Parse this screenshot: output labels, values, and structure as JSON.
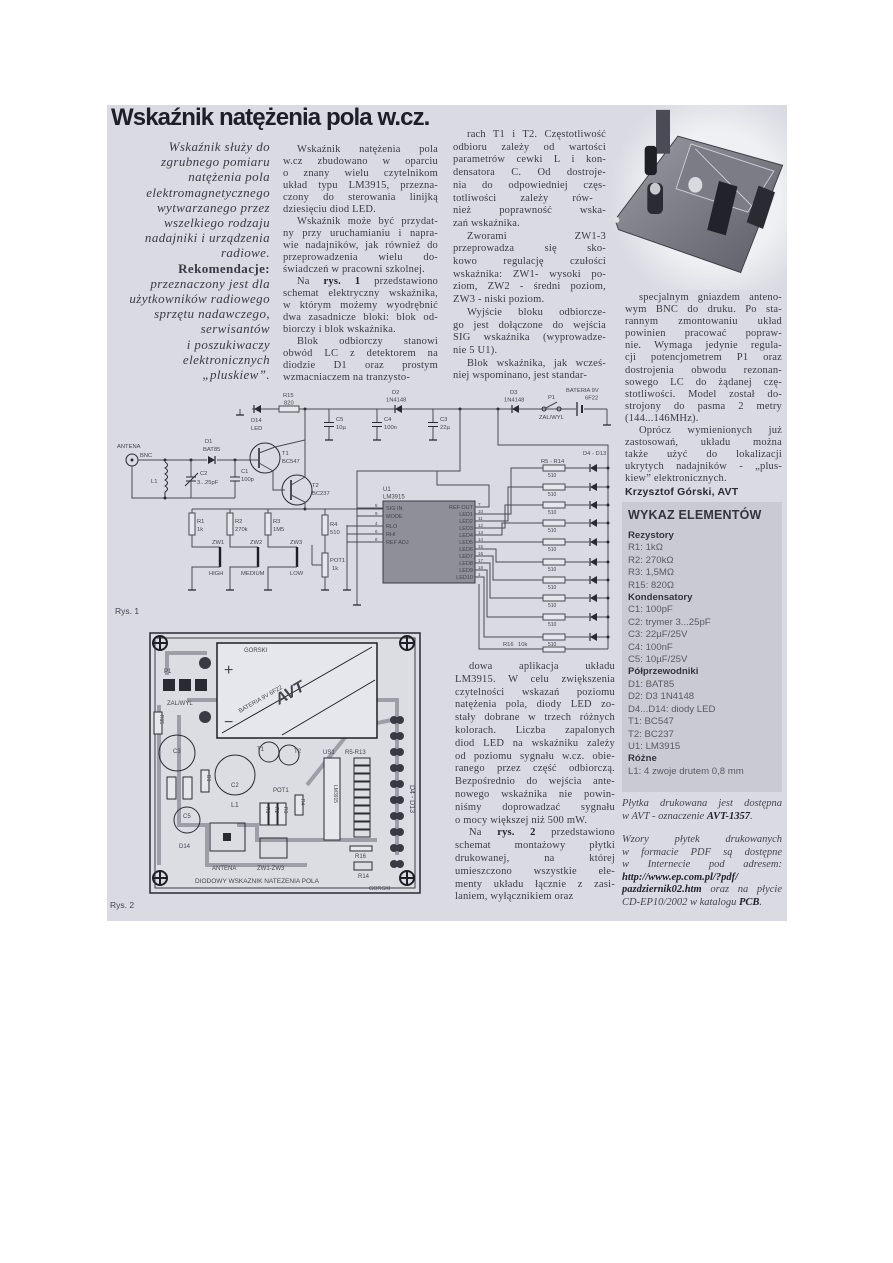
{
  "title": "Wskaźnik natężenia pola w.cz.",
  "lead": [
    "Wskaźnik służy do",
    "zgrubnego pomiaru",
    "natężenia pola",
    "elektromagnetycznego",
    "wytwarzanego przez",
    "wszelkiego rodzaju",
    "nadajniki i urządzenia",
    "radiowe.",
    "Rekomendacje:",
    "przeznaczony jest dla",
    "użytkowników radiowego",
    "sprzętu nadawczego,",
    "serwisantów",
    "i poszukiwaczy",
    "elektronicznych",
    "„pluskiew”."
  ],
  "column1": [
    [
      [
        "Wskaźnik natężenia pola"
      ],
      [
        "w.cz zbudowano w oparciu"
      ],
      [
        "o znany wielu czytelnikom"
      ],
      [
        "układ typu LM3915, przezna-"
      ],
      [
        "czony do sterowania linijką"
      ],
      [
        "dziesięciu diod LED."
      ]
    ],
    [
      [
        "Wskaźnik może być przydat-"
      ],
      [
        "ny przy uruchamianiu i napra-"
      ],
      [
        "wie nadajników, jak również do"
      ],
      [
        "przeprowadzenia wielu do-"
      ],
      [
        "świadczeń w pracowni szkolnej."
      ]
    ],
    [
      [
        "Na ",
        {
          "b": "rys. 1"
        },
        " przedstawiono"
      ],
      [
        "schemat elektryczny wskaźnika,"
      ],
      [
        "w którym możemy wyodrębnić"
      ],
      [
        "dwa zasadnicze bloki: blok od-"
      ],
      [
        "biorczy i blok wskaźnika."
      ]
    ],
    [
      [
        "Blok odbiorczy stanowi"
      ],
      [
        "obwód LC z detektorem na"
      ],
      [
        "diodzie D1 oraz prostym"
      ],
      [
        "wzmacniaczem na tranzysto-"
      ]
    ]
  ],
  "column2": [
    [
      [
        "rach T1 i T2. Częstotliwość"
      ],
      [
        "odbioru zależy od wartości"
      ],
      [
        "parametrów cewki L i kon-"
      ],
      [
        "densatora C. Od dostroje-"
      ],
      [
        "nia do odpowiedniej częs-"
      ],
      [
        "totliwości zależy rów-"
      ],
      [
        "nież poprawność wska-"
      ],
      [
        "zań wskaźnika."
      ]
    ],
    [
      [
        "Zworami ZW1-3"
      ],
      [
        "przeprowadza się sko-"
      ],
      [
        "kowo regulację czułości"
      ],
      [
        "wskaźnika: ZW1- wysoki po-"
      ],
      [
        "ziom, ZW2 - średni poziom,"
      ],
      [
        "ZW3 - niski poziom."
      ]
    ],
    [
      [
        "Wyjście bloku odbiorcze-"
      ],
      [
        "go jest dołączone do wejścia"
      ],
      [
        "SIG wskaźnika (wyprowadze-"
      ],
      [
        "nie 5 U1)."
      ]
    ],
    [
      [
        "Blok wskaźnika, jak wcześ-"
      ],
      [
        "niej wspominano, jest standar-"
      ]
    ]
  ],
  "column3": [
    [
      [
        "dowa aplikacja układu"
      ],
      [
        "LM3915. W celu zwiększenia"
      ],
      [
        "czytelności wskazań poziomu"
      ],
      [
        "natężenia pola, diody LED zo-"
      ],
      [
        "stały dobrane w trzech różnych"
      ],
      [
        "kolorach. Liczba zapalonych"
      ],
      [
        "diod LED na wskaźniku zależy"
      ],
      [
        "od poziomu sygnału w.cz. obie-"
      ],
      [
        "ranego przez część odbiorczą."
      ],
      [
        "Bezpośrednio do wejścia ante-"
      ],
      [
        "nowego wskaźnika nie powin-"
      ],
      [
        "niśmy doprowadzać sygnału"
      ],
      [
        "o mocy większej niż 500 mW."
      ]
    ],
    [
      [
        "Na ",
        {
          "b": "rys. 2"
        },
        " przedstawiono"
      ],
      [
        "schemat montażowy płytki"
      ],
      [
        "drukowanej, na której"
      ],
      [
        "umieszczono wszystkie ele-"
      ],
      [
        "menty układu łącznie z zasi-"
      ],
      [
        "laniem, wyłącznikiem oraz"
      ]
    ]
  ],
  "column4": [
    [
      [
        "specjalnym gniazdem anteno-"
      ],
      [
        "wym BNC do druku. Po sta-"
      ],
      [
        "rannym zmontowaniu układ"
      ],
      [
        "powinien pracować popraw-"
      ],
      [
        "nie. Wymaga jedynie regula-"
      ],
      [
        "cji potencjometrem P1 oraz"
      ],
      [
        "dostrojenia obwodu rezonan-"
      ],
      [
        "sowego LC do żądanej czę-"
      ],
      [
        "stotliwości. Model został do-"
      ],
      [
        "strojony do pasma 2 metry"
      ],
      [
        "(144...146MHz)."
      ]
    ],
    [
      [
        "Oprócz wymienionych już"
      ],
      [
        "zastosowań, układu można"
      ],
      [
        "także użyć do lokalizacji"
      ],
      [
        "ukrytych nadajników - „plus-"
      ],
      [
        "kiew” elektronicznych."
      ]
    ]
  ],
  "author": "Krzysztof Górski, AVT",
  "parts_list": {
    "heading": "WYKAZ ELEMENTÓW",
    "sections": [
      {
        "name": "Rezystory",
        "items": [
          "R1: 1kΩ",
          "R2: 270kΩ",
          "R3: 1,5MΩ",
          "R15: 820Ω"
        ]
      },
      {
        "name": "Kondensatory",
        "items": [
          "C1: 100pF",
          "C2: trymer 3...25pF",
          "C3: 22µF/25V",
          "C4: 100nF",
          "C5: 10µF/25V"
        ]
      },
      {
        "name": "Półprzewodniki",
        "items": [
          "D1: BAT85",
          "D2: D3 1N4148",
          "D4...D14: diody LED",
          "T1: BC547",
          "T2: BC237",
          "U1: LM3915"
        ]
      },
      {
        "name": "Różne",
        "items": [
          "L1: 4 zwoje drutem 0,8 mm"
        ]
      }
    ]
  },
  "notes": [
    [
      [
        "Płytka drukowana jest dostępna"
      ],
      [
        "w AVT - oznaczenie ",
        {
          "b": "AVT-1357"
        },
        "."
      ]
    ],
    [
      [
        "Wzory płytek drukowanych"
      ],
      [
        "w formacie PDF są dostępne"
      ],
      [
        "w Internecie pod adresem:"
      ],
      [
        {
          "b": "http://www.ep.com.pl/?pdf/"
        }
      ],
      [
        {
          "b": "pazdziernik02.htm"
        },
        " oraz na płycie"
      ],
      [
        "CD-EP10/2002 w katalogu ",
        {
          "b": "PCB"
        },
        "."
      ]
    ]
  ],
  "schematic": {
    "caption": "Rys. 1",
    "labels": {
      "antena": "ANTENA",
      "bnc": "BNC",
      "l1": "L1",
      "c2": "C2",
      "c2v": "3...25pF",
      "d1": "D1",
      "d1v": "BAT85",
      "c1": "C1",
      "c1v": "100p",
      "t1": "T1",
      "t1v": "BC547",
      "t2": "T2",
      "t2v": "BC237",
      "d14": "D14",
      "d14v": "LED",
      "r15": "R15",
      "r15v": "820",
      "c5": "C5",
      "c5v": "10µ",
      "c4": "C4",
      "c4v": "100n",
      "d2": "D2",
      "d2v": "1N4148",
      "c3": "C3",
      "c3v": "22µ",
      "d3": "D3",
      "d3v": "1N4148",
      "p1": "P1",
      "p1v": "ZAL/WYL",
      "bat": "BATERIA 9V",
      "batv": "6F22",
      "r1": "R1",
      "r1v": "1k",
      "r2": "R2",
      "r2v": "270k",
      "r3": "R3",
      "r3v": "1M5",
      "zw1": "ZW1",
      "zw2": "ZW2",
      "zw3": "ZW3",
      "high": "HIGH",
      "medium": "MEDIUM",
      "low": "LOW",
      "r4": "R4",
      "r4v": "510",
      "pot1": "POT1",
      "pot1v": "1k",
      "u1": "U1",
      "u1v": "LM3915",
      "d4d13": "D4 - D13",
      "r5r14": "R5 - R14",
      "r16": "R16",
      "r16v": "10k"
    },
    "resistor_value": "510",
    "u1_left_pins": [
      {
        "name": "SIG IN",
        "pin": "5"
      },
      {
        "name": "MODE",
        "pin": "9"
      },
      {
        "name": "RLO",
        "pin": "4"
      },
      {
        "name": "RHI",
        "pin": "6"
      },
      {
        "name": "REF ADJ",
        "pin": "8"
      }
    ],
    "u1_right_pins": [
      {
        "name": "REF OUT",
        "pin": "7"
      },
      {
        "name": "LED1",
        "pin": "10"
      },
      {
        "name": "LED2",
        "pin": "11"
      },
      {
        "name": "LED3",
        "pin": "12"
      },
      {
        "name": "LED4",
        "pin": "13"
      },
      {
        "name": "LED5",
        "pin": "14"
      },
      {
        "name": "LED6",
        "pin": "15"
      },
      {
        "name": "LED7",
        "pin": "16"
      },
      {
        "name": "LED8",
        "pin": "17"
      },
      {
        "name": "LED9",
        "pin": "18"
      },
      {
        "name": "LED10",
        "pin": "1"
      }
    ]
  },
  "pcb": {
    "caption": "Rys. 2",
    "labels": {
      "gorski_top": "GORSKI",
      "battery": "BATERIA 9V 6F22",
      "logo": "AVT",
      "plus": "+",
      "minus": "−",
      "p1": "P1",
      "zal": "ZAL/WYL",
      "r15": "R15",
      "c3": "C3",
      "t1": "T1",
      "t2": "T2",
      "c2": "C2",
      "d1": "D1",
      "l1": "L1",
      "pot1": "POT1",
      "r4": "R4",
      "r1": "R1",
      "r2": "R2",
      "r3": "R3",
      "r16": "R16",
      "c5": "C5",
      "d14": "D14",
      "us1": "US1",
      "lm": "LM3915",
      "r5r13": "R5-R13",
      "d4d13": "D4 - D13",
      "antena": "ANTENA",
      "zw": "ZW1-ZW3",
      "r14": "R14",
      "board_title": "DIODOWY WSKAZNIK NATEZENIA POLA",
      "gorski_bottom": "GORSKI"
    }
  },
  "colors": {
    "paper": "#d9dae2",
    "text": "#3a3a44",
    "parts_box": "#c9cad2",
    "ink": "#2a2a32"
  }
}
